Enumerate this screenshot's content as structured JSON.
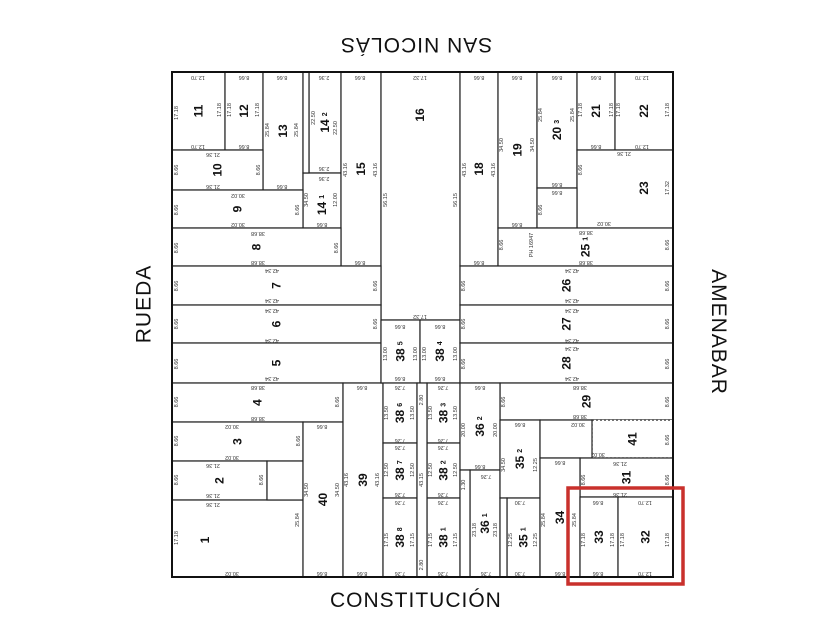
{
  "streets": {
    "top": "SAN NICOLÁS",
    "bottom": "CONSTITUCIÓN",
    "left": "RUEDA",
    "right": "AMENABAR"
  },
  "highlight": {
    "lots": [
      "33",
      "32"
    ],
    "color": "#c9302c"
  },
  "lots": [
    {
      "number": "11",
      "sub": ""
    },
    {
      "number": "12",
      "sub": ""
    },
    {
      "number": "13",
      "sub": ""
    },
    {
      "number": "14",
      "sub": "2"
    },
    {
      "number": "14",
      "sub": "1"
    },
    {
      "number": "15",
      "sub": ""
    },
    {
      "number": "10",
      "sub": ""
    },
    {
      "number": "9",
      "sub": ""
    },
    {
      "number": "8",
      "sub": ""
    },
    {
      "number": "16",
      "sub": ""
    },
    {
      "number": "7",
      "sub": ""
    },
    {
      "number": "6",
      "sub": ""
    },
    {
      "number": "5",
      "sub": ""
    },
    {
      "number": "4",
      "sub": ""
    },
    {
      "number": "3",
      "sub": ""
    },
    {
      "number": "2",
      "sub": ""
    },
    {
      "number": "1",
      "sub": ""
    },
    {
      "number": "40",
      "sub": ""
    },
    {
      "number": "39",
      "sub": ""
    },
    {
      "number": "38",
      "sub": "5"
    },
    {
      "number": "38",
      "sub": "4"
    },
    {
      "number": "38",
      "sub": "6"
    },
    {
      "number": "38",
      "sub": "7"
    },
    {
      "number": "38",
      "sub": "8"
    },
    {
      "number": "38",
      "sub": "3"
    },
    {
      "number": "38",
      "sub": "2"
    },
    {
      "number": "38",
      "sub": "1"
    },
    {
      "number": "18",
      "sub": ""
    },
    {
      "number": "19",
      "sub": ""
    },
    {
      "number": "20",
      "sub": "3"
    },
    {
      "number": "21",
      "sub": ""
    },
    {
      "number": "22",
      "sub": ""
    },
    {
      "number": "23",
      "sub": ""
    },
    {
      "number": "25",
      "sub": "1"
    },
    {
      "number": "26",
      "sub": ""
    },
    {
      "number": "27",
      "sub": ""
    },
    {
      "number": "28",
      "sub": ""
    },
    {
      "number": "29",
      "sub": ""
    },
    {
      "number": "36",
      "sub": "2"
    },
    {
      "number": "36",
      "sub": "1"
    },
    {
      "number": "35",
      "sub": "2"
    },
    {
      "number": "35",
      "sub": "1"
    },
    {
      "number": "41",
      "sub": ""
    },
    {
      "number": "31",
      "sub": ""
    },
    {
      "number": "34",
      "sub": ""
    },
    {
      "number": "33",
      "sub": ""
    },
    {
      "number": "32",
      "sub": ""
    }
  ],
  "dimensions": [
    "12.70",
    "8.66",
    "8.66",
    "2.36",
    "8.66",
    "17.32",
    "8.66",
    "8.66",
    "8.66",
    "8.66",
    "12.70",
    "17.18",
    "17.18",
    "12.70",
    "17.18",
    "17.18",
    "8.66",
    "25.84",
    "25.84",
    "8.66",
    "22.50",
    "22.50",
    "2.36",
    "2.36",
    "21.36",
    "8.66",
    "8.66",
    "21.36",
    "34.50",
    "12.00",
    "8.66",
    "30.02",
    "8.66",
    "8.66",
    "30.02",
    "38.68",
    "8.66",
    "8.66",
    "38.68",
    "43.16",
    "43.16",
    "8.66",
    "56.15",
    "56.15",
    "42.34",
    "8.66",
    "8.66",
    "42.34",
    "42.34",
    "8.66",
    "8.66",
    "42.34",
    "8.66",
    "42.34",
    "17.32",
    "8.66",
    "8.66",
    "13.00",
    "13.00",
    "13.00",
    "13.00",
    "8.66",
    "8.66",
    "38.68",
    "8.66",
    "8.66",
    "38.68",
    "30.02",
    "8.66",
    "8.66",
    "30.02",
    "21.36",
    "8.66",
    "8.66",
    "21.36",
    "21.36",
    "17.18",
    "30.02",
    "25.84",
    "8.66",
    "34.50",
    "34.50",
    "8.66",
    "8.66",
    "43.16",
    "43.16",
    "8.66",
    "7.26",
    "13.50",
    "13.50",
    "7.26",
    "7.26",
    "12.50",
    "12.50",
    "7.26",
    "7.26",
    "17.15",
    "17.15",
    "7.26",
    "2.80",
    "43.15",
    "2.80",
    "7.26",
    "13.50",
    "13.50",
    "7.26",
    "7.26",
    "12.50",
    "12.50",
    "7.26",
    "7.26",
    "17.15",
    "17.15",
    "7.26",
    "8.66",
    "20.00",
    "20.00",
    "8.66",
    "7.26",
    "1.30",
    "23.18",
    "23.18",
    "7.26",
    "8.66",
    "34.50",
    "12.25",
    "7.30",
    "12.25",
    "12.25",
    "7.30",
    "8.66",
    "25.84",
    "25.84",
    "8.66",
    "38.68",
    "8.66",
    "8.66",
    "38.68",
    "30.02",
    "8.66",
    "30.02",
    "21.36",
    "8.66",
    "8.66",
    "21.36",
    "8.66",
    "17.18",
    "17.18",
    "8.66",
    "12.70",
    "17.18",
    "17.18",
    "12.70",
    "43.16",
    "43.16",
    "8.66",
    "34.50",
    "34.50",
    "8.66",
    "25.84",
    "25.84",
    "8.66",
    "8.66",
    "17.18",
    "17.18",
    "8.66",
    "17.18",
    "17.18",
    "12.70",
    "21.36",
    "8.66",
    "8.66",
    "17.32",
    "30.02",
    "38.68",
    "8.66",
    "8.66",
    "38.68",
    "PH 16947",
    "42.34",
    "8.66",
    "8.66",
    "42.34",
    "42.34",
    "8.66",
    "8.66",
    "42.34",
    "8.66",
    "42.34",
    "42.34",
    "8.66"
  ]
}
